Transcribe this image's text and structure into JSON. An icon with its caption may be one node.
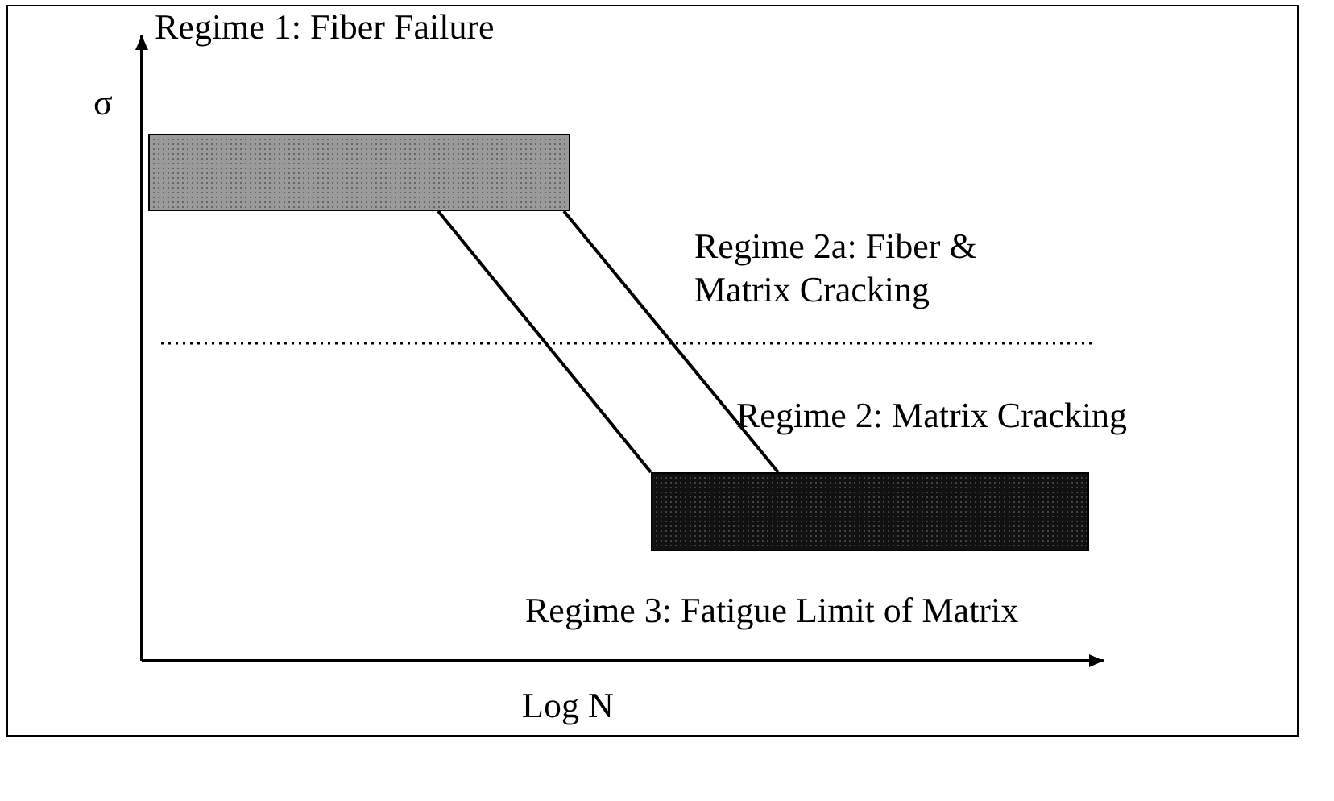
{
  "diagram": {
    "nodes": [
      {
        "text": [],
        "shape": "bar"
      },
      {
        "text": [],
        "shape": "bar"
      }
    ],
    "edges": [
      {
        "from": 0,
        "to": 1,
        "arrow": "none"
      },
      {
        "from": 0,
        "to": 1,
        "arrow": "none"
      }
    ],
    "labels": [
      "Regime 1: Fiber Failure",
      "σ",
      "Regime 2a: Fiber & Matrix Cracking",
      "Regime 2: Matrix Cracking",
      "Regime 3: Fatigue Limit of Matrix",
      "Log N"
    ]
  }
}
